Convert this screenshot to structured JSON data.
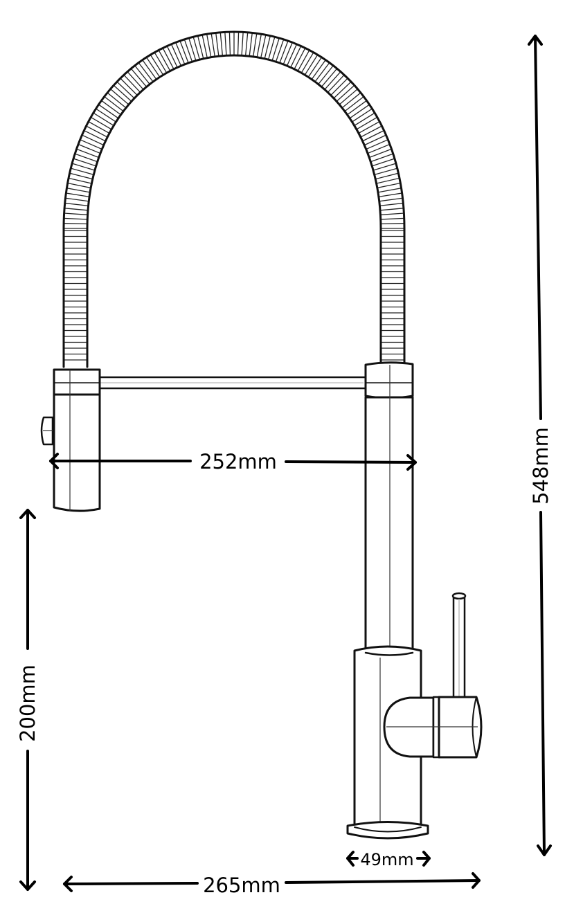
{
  "diagram": {
    "subject": "Pull-down spring kitchen faucet with magnetic spray head",
    "colors": {
      "line": "#111111",
      "background": "#ffffff"
    },
    "components": [
      {
        "name": "spring-hose",
        "label": ""
      },
      {
        "name": "spray-head",
        "label": ""
      },
      {
        "name": "spray-button",
        "label": ""
      },
      {
        "name": "holder-bar",
        "label": ""
      },
      {
        "name": "spout-column",
        "label": ""
      },
      {
        "name": "body",
        "label": ""
      },
      {
        "name": "lever-handle",
        "label": ""
      },
      {
        "name": "base-ring",
        "label": ""
      }
    ],
    "dimensions": {
      "overall_height": {
        "label": "548mm",
        "value": 548,
        "unit": "mm",
        "orientation": "vertical"
      },
      "spout_reach": {
        "label": "252mm",
        "value": 252,
        "unit": "mm",
        "orientation": "horizontal"
      },
      "spray_head_clearance": {
        "label": "200mm",
        "value": 200,
        "unit": "mm",
        "orientation": "vertical"
      },
      "overall_width": {
        "label": "265mm",
        "value": 265,
        "unit": "mm",
        "orientation": "horizontal"
      },
      "base_diameter": {
        "label": "49mm",
        "value": 49,
        "unit": "mm",
        "orientation": "horizontal"
      }
    }
  }
}
